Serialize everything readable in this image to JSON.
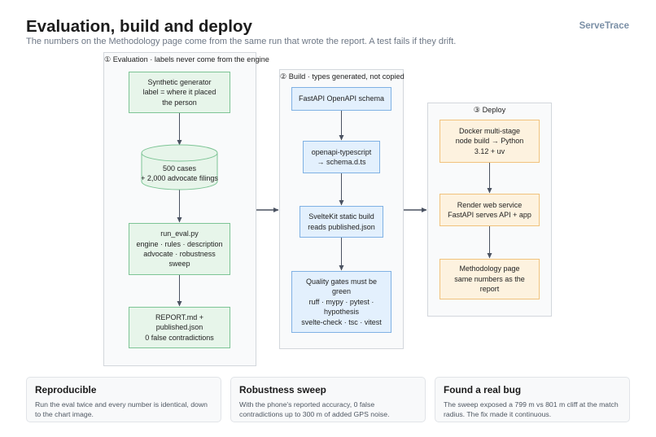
{
  "header": {
    "title": "Evaluation, build and deploy",
    "subtitle": "The numbers on the Methodology page come from the same run that wrote the report. A test fails if they drift.",
    "brand": "ServeTrace"
  },
  "colors": {
    "evaluation_fill": "#e7f5ea",
    "evaluation_border": "#7dc495",
    "build_fill": "#e3f0fd",
    "build_border": "#7fb1e4",
    "deploy_fill": "#fdf2df",
    "deploy_border": "#f1c27c",
    "arrow": "#4a5261"
  },
  "diagram": {
    "evaluation": {
      "label": "① Evaluation · labels never come from the engine",
      "nodes": [
        {
          "lines": [
            "Synthetic generator",
            "label = where it placed",
            "the person"
          ]
        },
        {
          "lines": [
            "500 cases",
            "+ 2,000 advocate filings"
          ],
          "shape": "cylinder"
        },
        {
          "lines": [
            "run_eval.py",
            "engine · rules · description",
            "advocate · robustness",
            "sweep"
          ]
        },
        {
          "lines": [
            "REPORT.md +",
            "published.json",
            "0 false contradictions"
          ]
        }
      ]
    },
    "build": {
      "label": "② Build · types generated, not copied",
      "nodes": [
        {
          "lines": [
            "FastAPI OpenAPI schema"
          ]
        },
        {
          "lines": [
            "openapi-typescript",
            "→ schema.d.ts"
          ]
        },
        {
          "lines": [
            "SvelteKit static build",
            "reads published.json"
          ]
        },
        {
          "lines": [
            "Quality gates must be",
            "green",
            "ruff · mypy · pytest ·",
            "hypothesis",
            "svelte-check · tsc · vitest"
          ]
        }
      ]
    },
    "deploy": {
      "label": "③ Deploy",
      "nodes": [
        {
          "lines": [
            "Docker multi-stage",
            "node build → Python",
            "3.12 + uv"
          ]
        },
        {
          "lines": [
            "Render web service",
            "FastAPI serves API + app"
          ]
        },
        {
          "lines": [
            "Methodology page",
            "same numbers as the",
            "report"
          ]
        }
      ]
    }
  },
  "cards": [
    {
      "title": "Reproducible",
      "body": "Run the eval twice and every number is identical, down to the chart image."
    },
    {
      "title": "Robustness sweep",
      "body": "With the phone's reported accuracy, 0 false contradictions up to 300 m of added GPS noise."
    },
    {
      "title": "Found a real bug",
      "body": "The sweep exposed a 799 m vs 801 m cliff at the match radius. The fix made it continuous."
    }
  ]
}
